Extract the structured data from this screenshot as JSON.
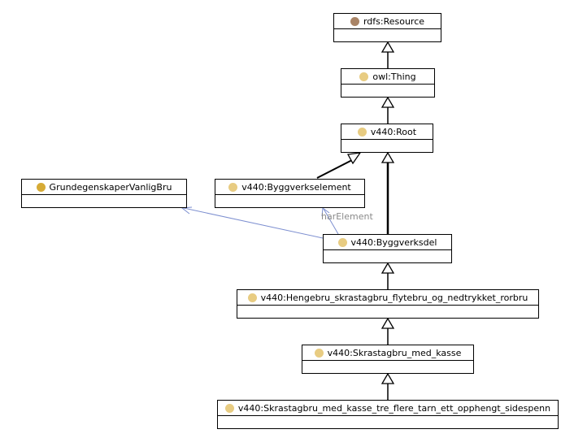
{
  "colors": {
    "resource_dot": "#a98466",
    "class_dot": "#e8cc82",
    "property_class_dot": "#d6ab36",
    "edge_black": "#000000",
    "edge_relation": "#7d8fd0",
    "edge_label": "#8a8a8a"
  },
  "nodes": {
    "rdfs_resource": {
      "label": "rdfs:Resource",
      "icon": "class-circle-brown"
    },
    "owl_thing": {
      "label": "owl:Thing",
      "icon": "class-circle-yellow"
    },
    "v440_root": {
      "label": "v440:Root",
      "icon": "class-circle-yellow"
    },
    "grundegenskaper": {
      "label": "GrundegenskaperVanligBru",
      "icon": "class-circle-gold"
    },
    "byggverkselement": {
      "label": "v440:Byggverkselement",
      "icon": "class-circle-yellow"
    },
    "byggverksdel": {
      "label": "v440:Byggverksdel",
      "icon": "class-circle-yellow"
    },
    "hengebru": {
      "label": "v440:Hengebru_skrastagbru_flytebru_og_nedtrykket_rorbru",
      "icon": "class-circle-yellow"
    },
    "skrastagbru_kasse": {
      "label": "v440:Skrastagbru_med_kasse",
      "icon": "class-circle-yellow"
    },
    "skrastagbru_tre_tarn": {
      "label": "v440:Skrastagbru_med_kasse_tre_flere_tarn_ett_opphengt_sidespenn",
      "icon": "class-circle-yellow"
    }
  },
  "edges": {
    "har_element_label": "harElement"
  }
}
